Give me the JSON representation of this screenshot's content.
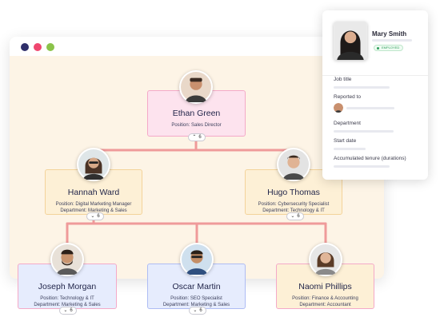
{
  "window": {
    "controls": [
      "close",
      "minimize",
      "maximize"
    ]
  },
  "org_chart": {
    "root": {
      "name": "Ethan Green",
      "position": "Position: Sales Director",
      "reports": "6"
    },
    "level2": [
      {
        "name": "Hannah Ward",
        "position": "Position: Digital Marketing Manager",
        "department": "Department:  Marketing & Sales",
        "reports": "6"
      },
      {
        "name": "Hugo Thomas",
        "position": "Position: Cybersecurity Specialist",
        "department": "Department:  Technology & IT",
        "reports": "6"
      }
    ],
    "level3": [
      {
        "name": "Joseph Morgan",
        "position": "Position: Technology & IT",
        "department": "Department:  Marketing & Sales",
        "reports": "6"
      },
      {
        "name": "Oscar Martin",
        "position": "Position: SEO Specialist",
        "department": "Department:  Marketing & Sales",
        "reports": "6"
      },
      {
        "name": "Naomi Phillips",
        "position": "Position: Finance & Accounting",
        "department": "Department:  Accountant"
      }
    ]
  },
  "detail_panel": {
    "name": "Mary Smith",
    "status": "EMPLOYED",
    "fields": [
      "Job title",
      "Reported to",
      "Department",
      "Start date",
      "Accumulated tenure (durations)"
    ]
  },
  "colors": {
    "pink_card": "#fde3ee",
    "pink_border": "#f4a9c8",
    "yellow_card": "#fdf0d6",
    "yellow_border": "#f3d39a",
    "blue_card": "#e6ecfd",
    "blue_border": "#aebcf4",
    "connector": "#ef9a9a",
    "background": "#fdf4e6"
  }
}
